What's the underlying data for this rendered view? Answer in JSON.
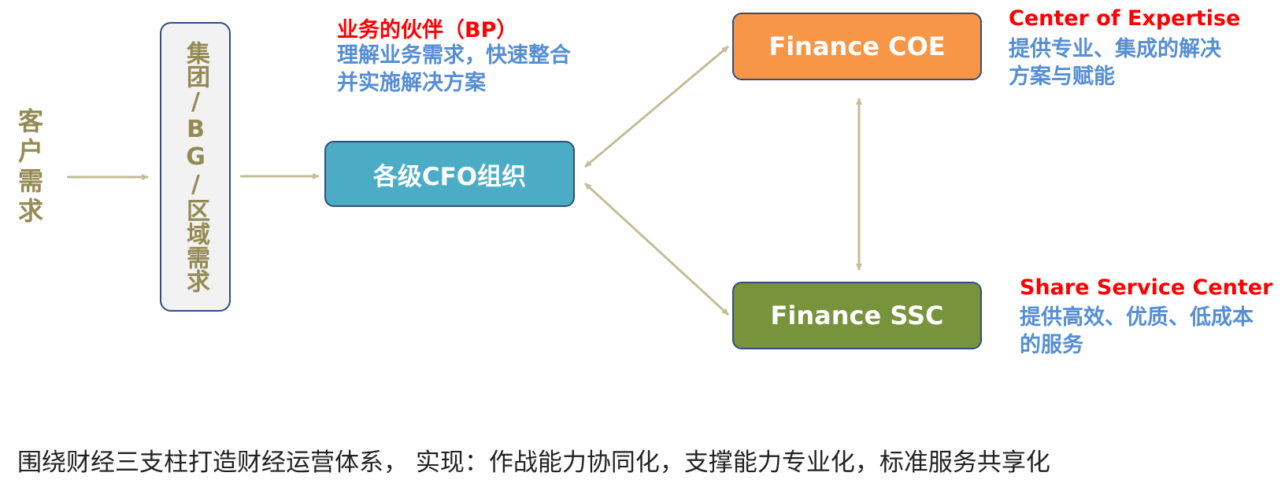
{
  "left_label": "客户需求",
  "group_box": {
    "label": "集团/BG/区域需求"
  },
  "cfo_node": {
    "label": "各级CFO组织"
  },
  "bp": {
    "title": "业务的伙伴（BP）",
    "desc_line1": "理解业务需求，快速整合",
    "desc_line2": "并实施解决方案"
  },
  "coe_node": {
    "label": "Finance COE"
  },
  "coe": {
    "title": "Center of Expertise",
    "desc_line1": "提供专业、集成的解决",
    "desc_line2": "方案与赋能"
  },
  "ssc_node": {
    "label": "Finance SSC"
  },
  "ssc": {
    "title": "Share Service Center",
    "desc_line1": "提供高效、优质、低成本",
    "desc_line2": "的服务"
  },
  "footer": "围绕财经三支柱打造财经运营体系， 实现：作战能力协同化，支撑能力专业化，标准服务共享化",
  "colors": {
    "olive_text": "#948a54",
    "arrow": "#c4bd97",
    "cfo_fill": "#4bacc6",
    "coe_fill": "#f79646",
    "ssc_fill": "#77933c",
    "title_red": "#ff0000",
    "desc_blue": "#558ed5",
    "border": "#2f4f79"
  }
}
